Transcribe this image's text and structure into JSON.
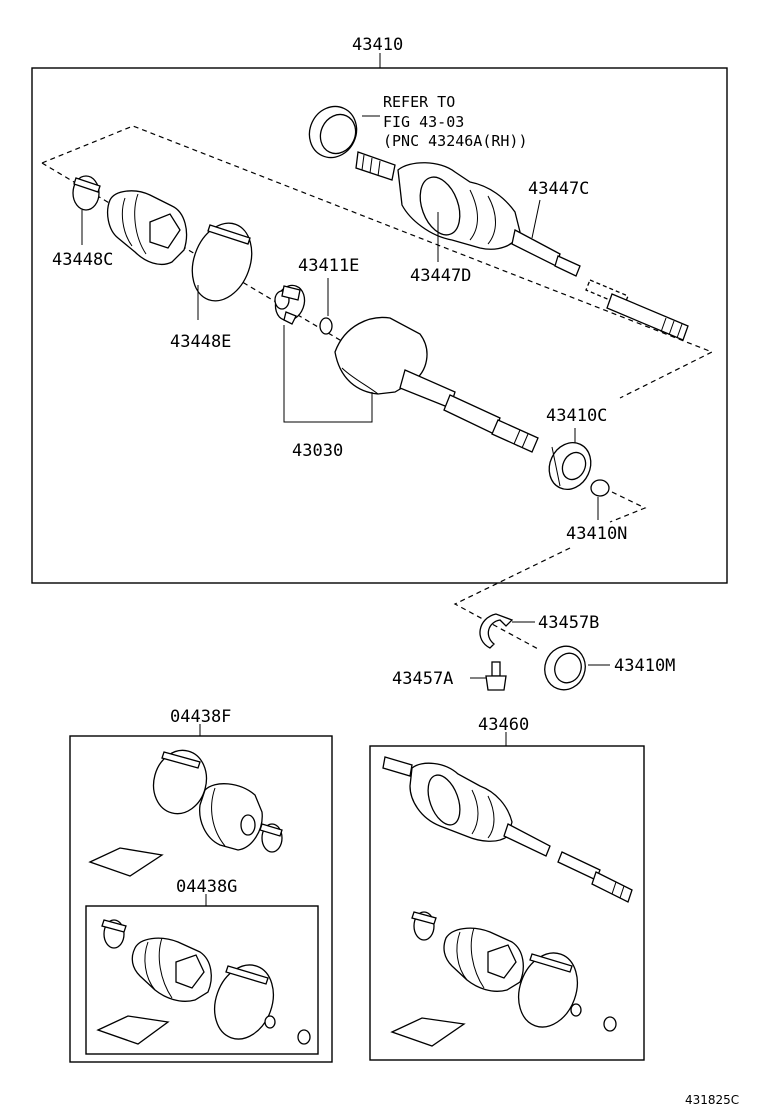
{
  "labels": {
    "assembly": "43410",
    "refer_line1": "REFER TO",
    "refer_line2": "FIG 43-03",
    "refer_line3": "(PNC 43246A(RH))",
    "boot_clamp_small": "43448C",
    "boot_band_large": "43448E",
    "snap_ring": "43411E",
    "outboard_clamp": "43447C",
    "outboard_boot": "43447D",
    "inboard_joint": "43030",
    "bearing": "43410C",
    "snap_ring_n": "43410N",
    "retainer_ring": "43457B",
    "bolt": "43457A",
    "seal": "43410M",
    "kit_outer": "04438F",
    "kit_inner": "04438G",
    "shaft_assembly": "43460",
    "diagram_code": "431825C"
  }
}
